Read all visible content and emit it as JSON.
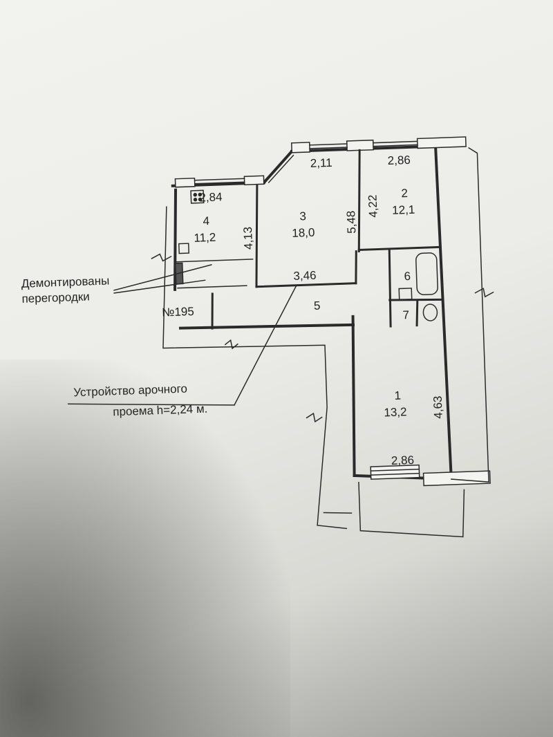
{
  "plan": {
    "apartment_number": "№195",
    "rooms": [
      {
        "number": "1",
        "area": "13,2"
      },
      {
        "number": "2",
        "area": "12,1"
      },
      {
        "number": "3",
        "area": "18,0"
      },
      {
        "number": "4",
        "area": "11,2"
      },
      {
        "number": "5"
      },
      {
        "number": "6"
      },
      {
        "number": "7"
      }
    ],
    "dimensions": {
      "kitchen_width": "2,84",
      "kitchen_height": "4,13",
      "room3_top": "2,11",
      "room3_height": "5,48",
      "room3_bottom": "3,46",
      "room2_width": "2,86",
      "room2_height": "4,22",
      "room1_width": "2,86",
      "room1_height": "4,63"
    },
    "notes": {
      "removed_partitions_line1": "Демонтированы",
      "removed_partitions_line2": "перегородки",
      "arch_line1": "Устройство арочного",
      "arch_line2": "проема h=2,24 м."
    }
  }
}
